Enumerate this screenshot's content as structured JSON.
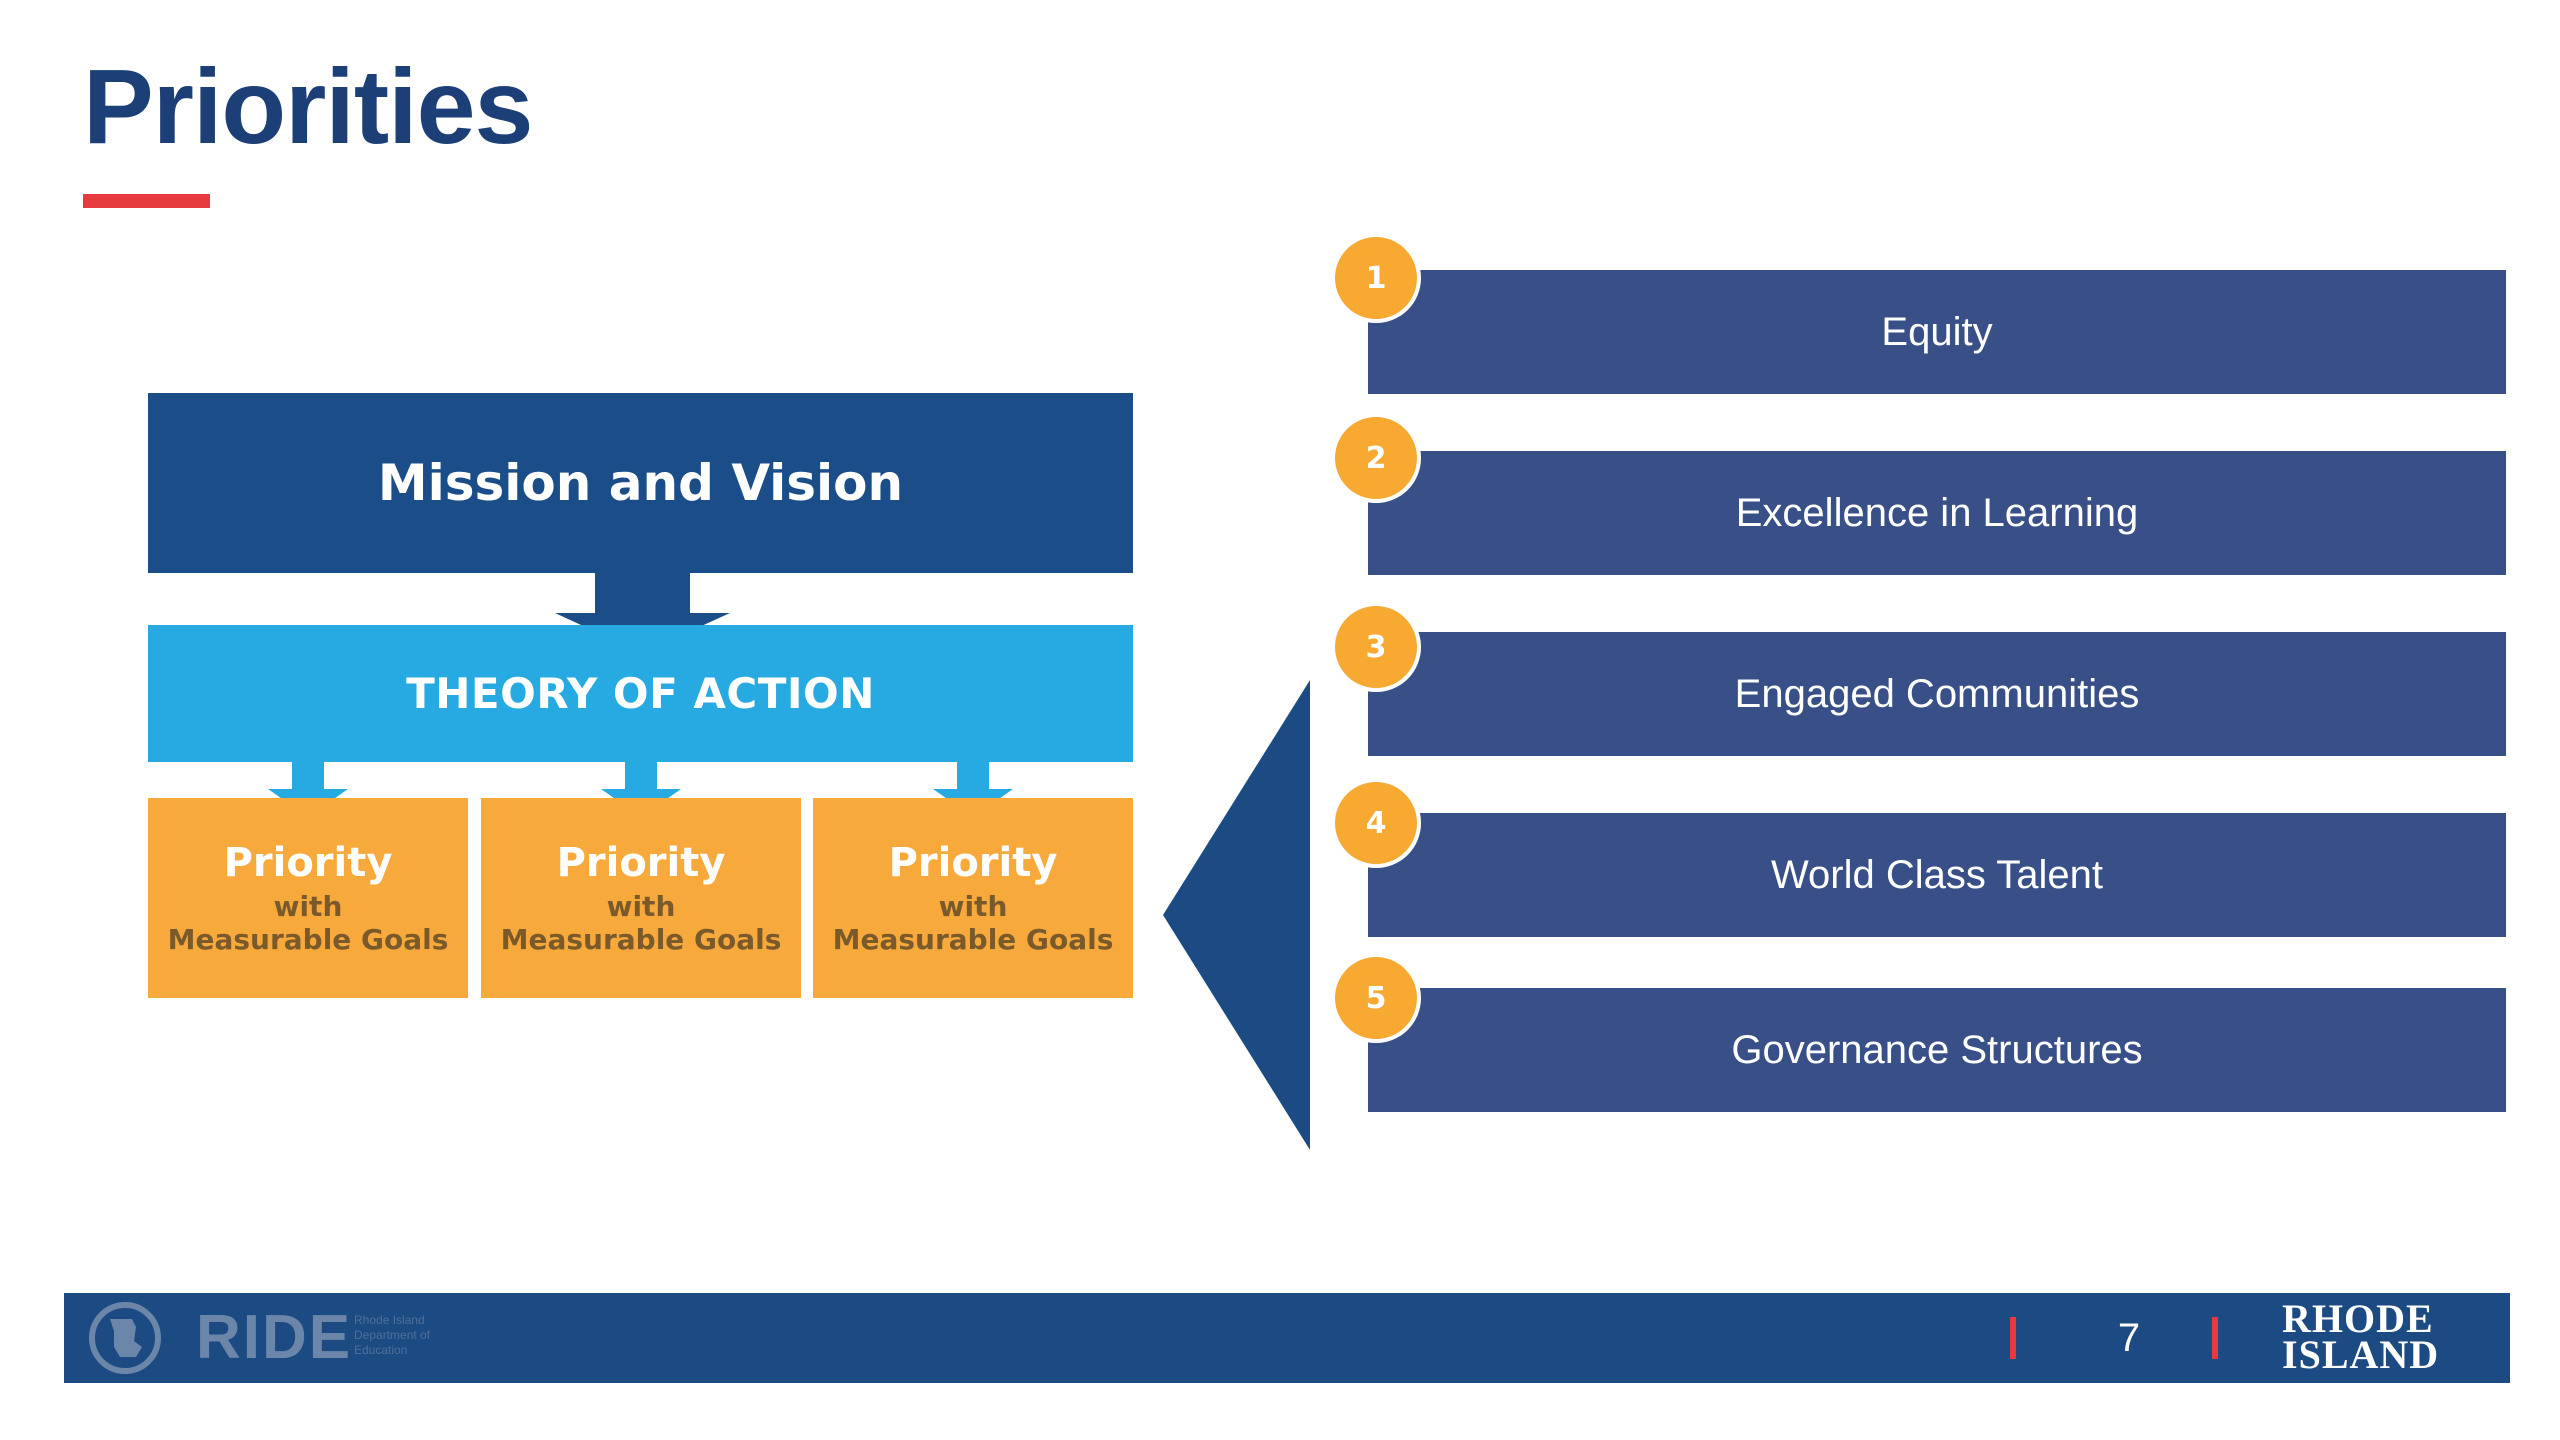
{
  "slide": {
    "title": "Priorities"
  },
  "diagram": {
    "mission": "Mission and Vision",
    "theory": "THEORY OF ACTION",
    "priorities": [
      {
        "title": "Priority",
        "with": "with",
        "goals": "Measurable Goals"
      },
      {
        "title": "Priority",
        "with": "with",
        "goals": "Measurable Goals"
      },
      {
        "title": "Priority",
        "with": "with",
        "goals": "Measurable Goals"
      }
    ]
  },
  "priorities_list": [
    {
      "number": "1",
      "label": "Equity"
    },
    {
      "number": "2",
      "label": "Excellence in Learning"
    },
    {
      "number": "3",
      "label": "Engaged Communities"
    },
    {
      "number": "4",
      "label": "World Class Talent"
    },
    {
      "number": "5",
      "label": "Governance Structures"
    }
  ],
  "footer": {
    "logo_text": "RIDE",
    "logo_subtitle": "Rhode Island Department of Education",
    "page_number": "7",
    "state_logo_line1": "RHODE",
    "state_logo_line2": "ISLAND"
  },
  "colors": {
    "title": "#1d3f77",
    "accent_red": "#e63a3f",
    "mission_blue": "#1b4d88",
    "theory_blue": "#27a9e1",
    "priority_orange": "#f8a93b",
    "row_blue": "#384f87",
    "badge_orange": "#f7a931"
  }
}
